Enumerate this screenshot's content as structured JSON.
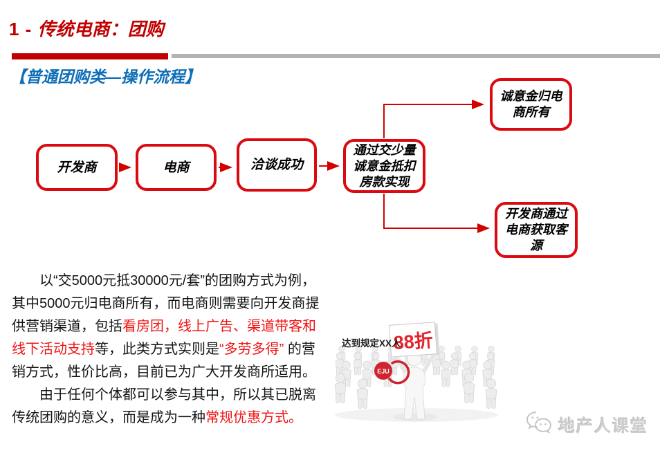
{
  "slide": {
    "title": {
      "number": "1 - ",
      "text": "传统电商：团购"
    },
    "subtitle": "【普通团购类—操作流程】"
  },
  "flowchart": {
    "nodes": [
      {
        "label": "开发商"
      },
      {
        "label": "电商"
      },
      {
        "label": "洽谈成功"
      },
      {
        "label": "通过交少量诚意金抵扣房款实现"
      },
      {
        "label": "诚意金归电商所有"
      },
      {
        "label": "开发商通过电商获取客源"
      }
    ]
  },
  "body": {
    "paragraph1": {
      "runs": [
        {
          "text": "以“交5000元抵30000元/套”的团购方式为例，其中5000元归电商所有，而电商则需要向开发商提供营销渠道，包括",
          "color": "#141414"
        },
        {
          "text": "看房团，线上广告、渠道带客和线下活动支持",
          "color": "#f01414"
        },
        {
          "text": "等，此类方式实则是",
          "color": "#141414"
        },
        {
          "text": "“多劳多得”",
          "color": "#f01414"
        },
        {
          "text": " 的营销方式，性价比高，目前已为广大开发商所适用。",
          "color": "#141414"
        }
      ]
    },
    "paragraph2": {
      "runs": [
        {
          "text": "由于任何个体都可以参与其中，所以其已脱离传统团购的意义，而是成为一种",
          "color": "#141414"
        },
        {
          "text": "常规优惠方式。",
          "color": "#f01414"
        }
      ]
    }
  },
  "illustration": {
    "caption": "达到规定XX人",
    "sign_text": "88折",
    "badge_text": "EJU"
  },
  "watermark": {
    "text": "地产人课堂"
  },
  "colors": {
    "title_red": "#c00000",
    "rule_gray": "#b3b3b3",
    "subtitle_blue": "#0e6eb8",
    "box_border_red": "#db0a10",
    "connector_red": "#d40000",
    "highlight_red": "#f01414",
    "sign_red": "#e2242b",
    "badge_red": "#cf2330",
    "watermark_gray": "#cdcdcd"
  }
}
